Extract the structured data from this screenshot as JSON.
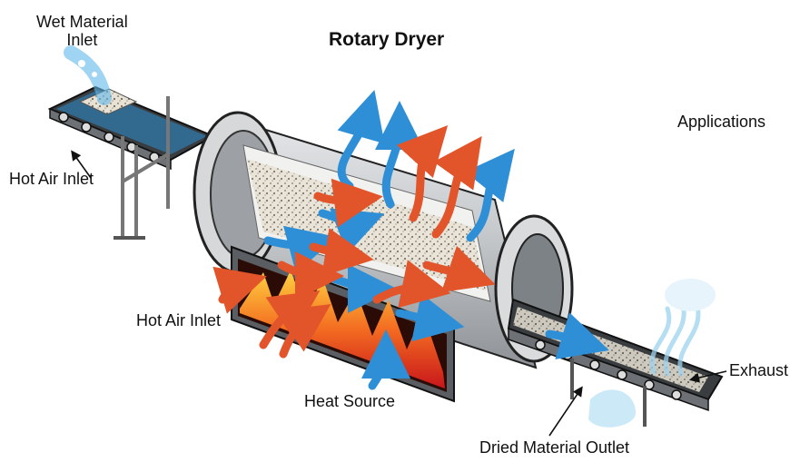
{
  "title": "Rotary Dryer",
  "labels": {
    "wet_material_inlet": "Wet Material\nInlet",
    "hot_air_inlet_top": "Hot Air Inlet",
    "hot_air_inlet_bottom": "Hot Air Inlet",
    "heat_source": "Heat Source",
    "dried_material_outlet": "Dried Material Outlet",
    "exhaust": "Exhaust",
    "applications": "Applications"
  },
  "colors": {
    "hot_arrow": "#e2552a",
    "cool_arrow": "#2f8fd6",
    "drum": "#c9cccf",
    "flame": "#f7941d"
  }
}
